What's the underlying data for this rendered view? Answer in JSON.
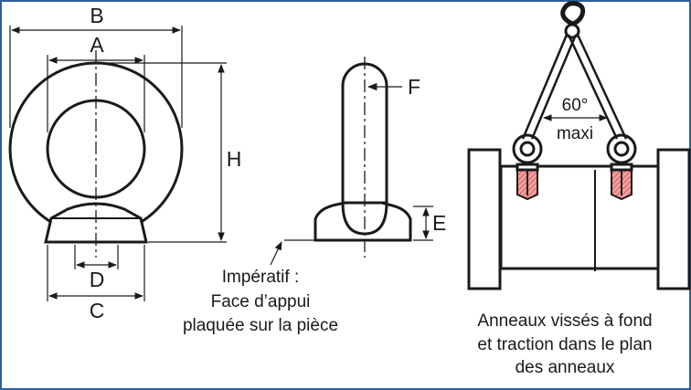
{
  "dimensions": {
    "a": "A",
    "b": "B",
    "c": "C",
    "d": "D",
    "e": "E",
    "f": "F",
    "h": "H"
  },
  "side_view_note": {
    "line1": "Impératif :",
    "line2": "Face d’appui",
    "line3": "plaquée sur la pièce"
  },
  "lifting": {
    "angle": "60°",
    "angle_qualifier": "maxi",
    "note_line1": "Anneaux vissés à fond",
    "note_line2": "et traction dans le plan",
    "note_line3": "des anneaux"
  },
  "colors": {
    "frame": "#2f5f9a",
    "line": "#1a1a1a",
    "thread_fill": "#f2a0a0",
    "thread_hatch": "#c0392b"
  }
}
